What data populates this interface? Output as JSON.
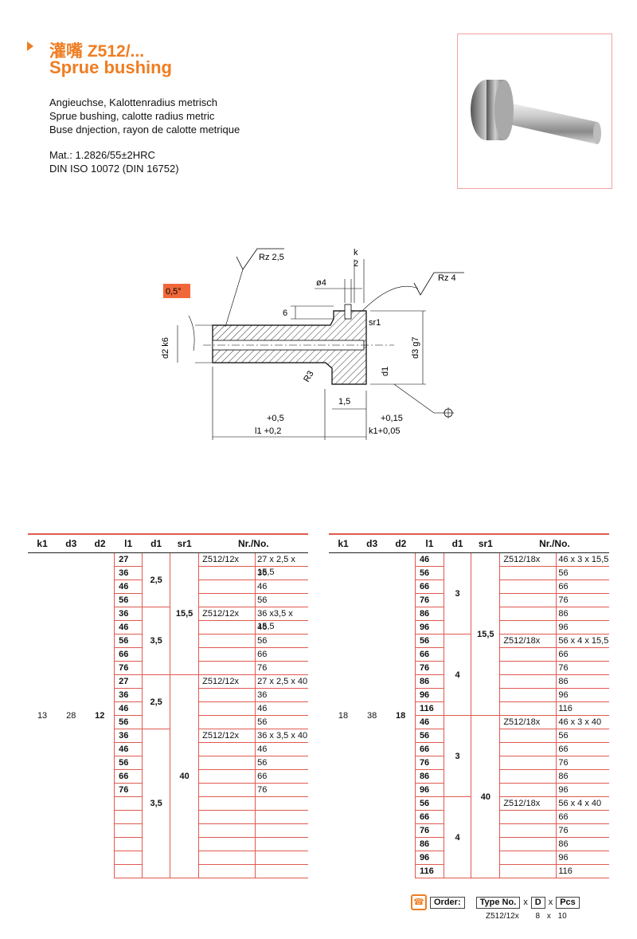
{
  "header": {
    "title_cn": "灌嘴 Z512/...",
    "title_en": "Sprue bushing",
    "desc": [
      "Angieuchse, Kalottenradius metrisch",
      "Sprue bushing, calotte radius metric",
      "Buse dnjection, rayon de calotte metrique"
    ],
    "mat": "Mat.: 1.2826/55±2HRC",
    "din": "DIN ISO 10072 (DIN 16752)"
  },
  "drawing": {
    "rz25": "Rz 2,5",
    "rz4": "Rz 4",
    "k": "k",
    "two": "2",
    "phi4": "ø4",
    "angle": "0,5°",
    "six": "6",
    "sr1": "sr1",
    "d2k6": "d2 k6",
    "d3g7": "d3 g7",
    "r3": "R3",
    "d1": "d1",
    "v15": "1,5",
    "tol1": "+0,5",
    "l1": "l1 +0,2",
    "tol2": "+0,15",
    "k1": "k1+0,05"
  },
  "table_left": {
    "headers": [
      "k1",
      "d3",
      "d2",
      "l1",
      "d1",
      "sr1",
      "Nr./No."
    ],
    "k1": "13",
    "d3": "28",
    "d2": "12",
    "l1": [
      "27",
      "36",
      "46",
      "56",
      "36",
      "46",
      "56",
      "66",
      "76",
      "27",
      "36",
      "46",
      "56",
      "36",
      "46",
      "56",
      "66",
      "76",
      "",
      "",
      "",
      "",
      "",
      ""
    ],
    "d1": [
      {
        "v": "2,5",
        "r": 4
      },
      {
        "v": "3,5",
        "r": 5
      },
      {
        "v": "2,5",
        "r": 4
      },
      {
        "v": "3,5",
        "r": 11
      }
    ],
    "sr1": [
      {
        "v": "15,5",
        "r": 9
      },
      {
        "v": "40",
        "r": 15
      }
    ],
    "nr": [
      [
        "Z512/12x",
        "27 x 2,5 x 15,5"
      ],
      [
        "",
        "36"
      ],
      [
        "",
        "46"
      ],
      [
        "",
        "56"
      ],
      [
        "Z512/12x",
        "36 x3,5 x 15,5"
      ],
      [
        "",
        "46"
      ],
      [
        "",
        "56"
      ],
      [
        "",
        "66"
      ],
      [
        "",
        "76"
      ],
      [
        "Z512/12x",
        "27 x 2,5 x 40"
      ],
      [
        "",
        "36"
      ],
      [
        "",
        "46"
      ],
      [
        "",
        "56"
      ],
      [
        "Z512/12x",
        "36 x 3,5 x 40"
      ],
      [
        "",
        "46"
      ],
      [
        "",
        "56"
      ],
      [
        "",
        "66"
      ],
      [
        "",
        "76"
      ],
      [
        "",
        ""
      ],
      [
        "",
        ""
      ],
      [
        "",
        ""
      ],
      [
        "",
        ""
      ],
      [
        "",
        ""
      ],
      [
        "",
        ""
      ]
    ]
  },
  "table_right": {
    "headers": [
      "k1",
      "d3",
      "d2",
      "l1",
      "d1",
      "sr1",
      "Nr./No."
    ],
    "k1": "18",
    "d3": "38",
    "d2": "18",
    "l1": [
      "46",
      "56",
      "66",
      "76",
      "86",
      "96",
      "56",
      "66",
      "76",
      "86",
      "96",
      "116",
      "46",
      "56",
      "66",
      "76",
      "86",
      "96",
      "56",
      "66",
      "76",
      "86",
      "96",
      "116"
    ],
    "d1": [
      {
        "v": "3",
        "r": 6
      },
      {
        "v": "4",
        "r": 6
      },
      {
        "v": "3",
        "r": 6
      },
      {
        "v": "4",
        "r": 6
      }
    ],
    "sr1": [
      {
        "v": "15,5",
        "r": 12
      },
      {
        "v": "40",
        "r": 12
      }
    ],
    "nr": [
      [
        "Z512/18x",
        "46 x 3 x 15,5"
      ],
      [
        "",
        "56"
      ],
      [
        "",
        "66"
      ],
      [
        "",
        "76"
      ],
      [
        "",
        "86"
      ],
      [
        "",
        "96"
      ],
      [
        "Z512/18x",
        "56 x 4 x 15,5"
      ],
      [
        "",
        "66"
      ],
      [
        "",
        "76"
      ],
      [
        "",
        "86"
      ],
      [
        "",
        "96"
      ],
      [
        "",
        "116"
      ],
      [
        "Z512/18x",
        "46 x 3 x 40"
      ],
      [
        "",
        "56"
      ],
      [
        "",
        "66"
      ],
      [
        "",
        "76"
      ],
      [
        "",
        "86"
      ],
      [
        "",
        "96"
      ],
      [
        "Z512/18x",
        "56 x 4 x 40"
      ],
      [
        "",
        "66"
      ],
      [
        "",
        "76"
      ],
      [
        "",
        "86"
      ],
      [
        "",
        "96"
      ],
      [
        "",
        "116"
      ]
    ]
  },
  "order": {
    "label": "Order:",
    "type_no": "Type No.",
    "x": "x",
    "d": "D",
    "pcs": "Pcs",
    "example": "Z512/12x",
    "ex_d": "8",
    "ex_x": "x",
    "ex_pcs": "10"
  }
}
